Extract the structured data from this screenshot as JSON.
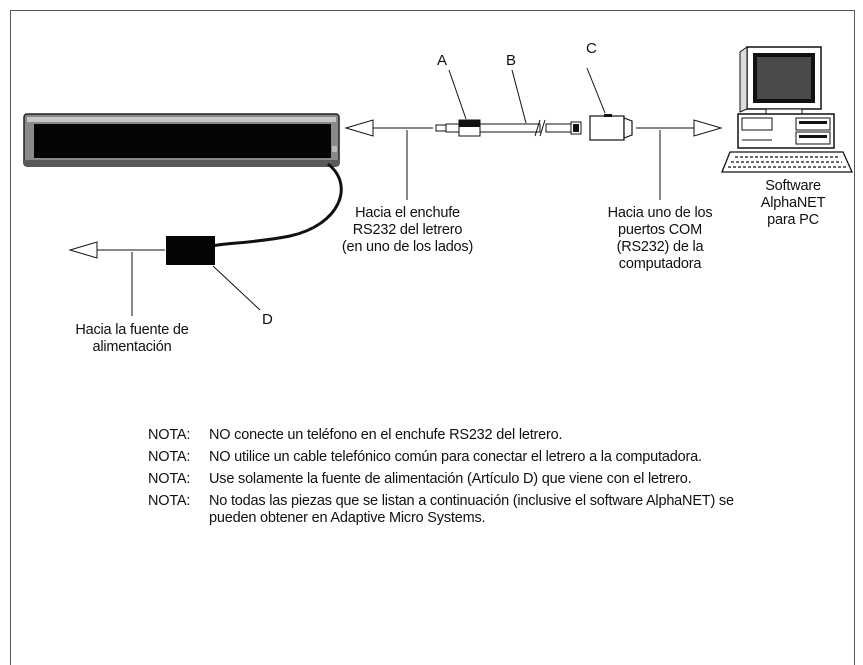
{
  "labels": {
    "A": "A",
    "B": "B",
    "C": "C",
    "D": "D"
  },
  "callouts": {
    "sign_jack": [
      "Hacia el enchufe",
      "RS232 del letrero",
      "(en uno de los lados)"
    ],
    "com_port": [
      "Hacia uno de los",
      "puertos COM",
      "(RS232) de la",
      "computadora"
    ],
    "software": [
      "Software",
      "AlphaNET",
      "para PC"
    ],
    "power": [
      "Hacia la fuente de",
      "alimentación"
    ]
  },
  "notes": [
    {
      "prefix": "NOTA:",
      "text": "NO conecte un teléfono en el enchufe RS232 del letrero."
    },
    {
      "prefix": "NOTA:",
      "text": "NO utilice un cable telefónico común para conectar el letrero a la computadora."
    },
    {
      "prefix": "NOTA:",
      "text": "Use solamente la fuente de alimentación (Artículo D) que viene con el letrero."
    },
    {
      "prefix": "NOTA:",
      "text": "No todas las piezas que se listan a continuación (inclusive el software AlphaNET) se pueden obtener en Adaptive Micro Systems."
    }
  ],
  "icons": [
    "led-sign-icon",
    "power-supply-icon",
    "rs232-adapter-icon",
    "db25-connector-icon",
    "personal-computer-icon",
    "arrow-left-icon",
    "arrow-right-icon"
  ]
}
